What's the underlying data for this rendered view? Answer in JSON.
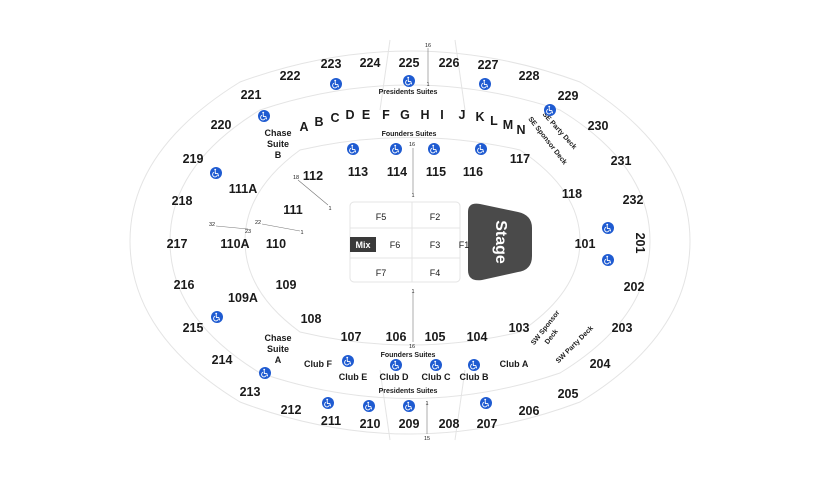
{
  "stage": {
    "label": "Stage"
  },
  "mix": {
    "label": "Mix"
  },
  "floor_sections": [
    "F1",
    "F2",
    "F3",
    "F4",
    "F5",
    "F6",
    "F7"
  ],
  "lower_sections": [
    "101",
    "103",
    "104",
    "105",
    "106",
    "107",
    "108",
    "109",
    "109A",
    "110",
    "110A",
    "111",
    "111A",
    "112",
    "113",
    "114",
    "115",
    "116",
    "117",
    "118"
  ],
  "upper_sections": [
    "201",
    "202",
    "203",
    "204",
    "205",
    "206",
    "207",
    "208",
    "209",
    "210",
    "211",
    "212",
    "213",
    "214",
    "215",
    "216",
    "217",
    "218",
    "219",
    "220",
    "221",
    "222",
    "223",
    "224",
    "225",
    "226",
    "227",
    "228",
    "229",
    "230",
    "231",
    "232"
  ],
  "club_sections": [
    "Club A",
    "Club B",
    "Club C",
    "Club D",
    "Club E",
    "Club F"
  ],
  "suite_rows": [
    "A",
    "B",
    "C",
    "D",
    "E",
    "F",
    "G",
    "H",
    "I",
    "J",
    "K",
    "L",
    "M",
    "N"
  ],
  "areas": {
    "presidents_suites": "Presidents Suites",
    "founders_suites": "Founders Suites",
    "chase_suite_a": [
      "Chase",
      "Suite",
      "A"
    ],
    "chase_suite_b": [
      "Chase",
      "Suite",
      "B"
    ],
    "se_party_deck": "SE Party Deck",
    "se_sponsor_deck": "SE Sponsor Deck",
    "sw_sponsor_deck": [
      "SW Sponsor",
      "Deck"
    ],
    "sw_party_deck": "SW Party Deck"
  },
  "row_markers": [
    "16",
    "1",
    "16",
    "1",
    "1",
    "16",
    "1",
    "15",
    "18",
    "1",
    "32",
    "23",
    "22",
    "1"
  ],
  "accessibility_icon": "wheelchair-icon",
  "colors": {
    "stage": "#4a4a4a",
    "mix": "#3a3a3a",
    "accessible": "#1f5bd1",
    "outline": "#e4e4e4",
    "text": "#1a1a1a"
  }
}
